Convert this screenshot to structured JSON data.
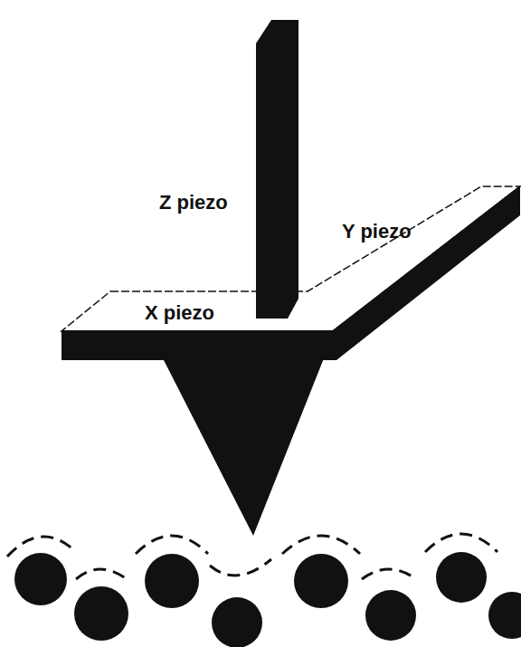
{
  "diagram": {
    "labels": [
      "Z piezo",
      "Y piezo",
      "X piezo"
    ]
  }
}
